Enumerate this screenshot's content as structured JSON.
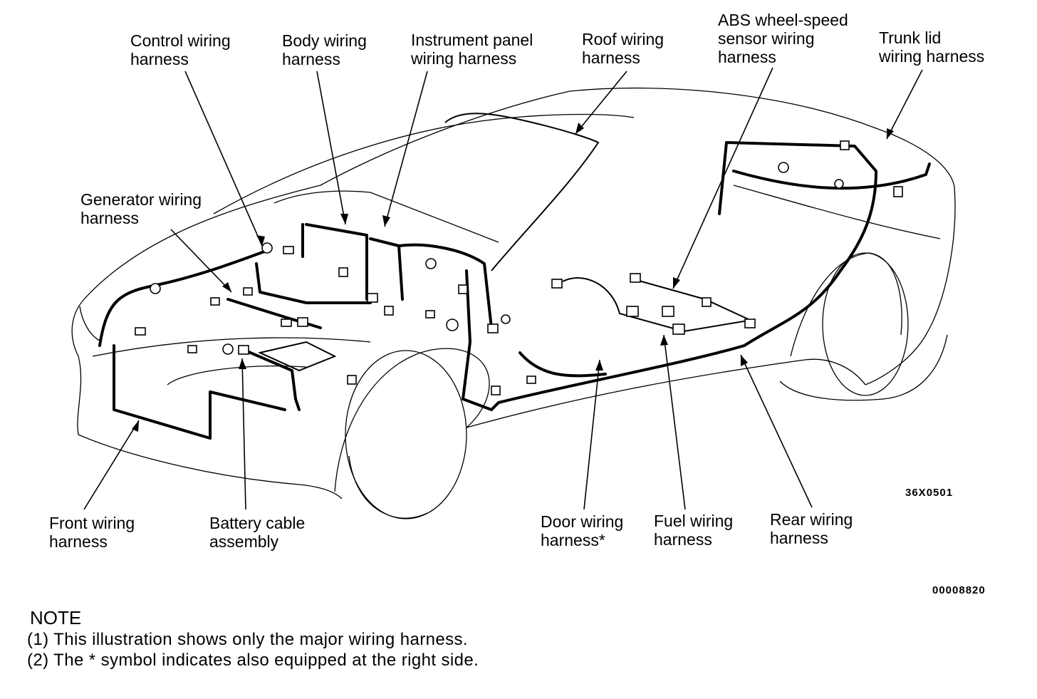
{
  "labels": {
    "control": [
      "Control wiring",
      "harness"
    ],
    "body": [
      "Body  wiring",
      "harness"
    ],
    "instrument": [
      "Instrument panel",
      "wiring harness"
    ],
    "roof": [
      "Roof wiring",
      "harness"
    ],
    "abs": [
      "ABS wheel-speed",
      "sensor wiring",
      "harness"
    ],
    "trunk": [
      "Trunk lid",
      "wiring harness"
    ],
    "generator": [
      "Generator wiring",
      "harness"
    ],
    "front": [
      "Front wiring",
      "harness"
    ],
    "battery": [
      "Battery cable",
      "assembly"
    ],
    "door": [
      "Door wiring",
      "harness*"
    ],
    "fuel": [
      "Fuel wiring",
      "harness"
    ],
    "rear": [
      "Rear wiring",
      "harness"
    ]
  },
  "codes": {
    "illustration": "36X0501",
    "document": "00008820"
  },
  "note": {
    "title": "NOTE",
    "lines": [
      "(1) This illustration shows only the major wiring harness.",
      "(2) The * symbol indicates also equipped at the right side."
    ]
  }
}
